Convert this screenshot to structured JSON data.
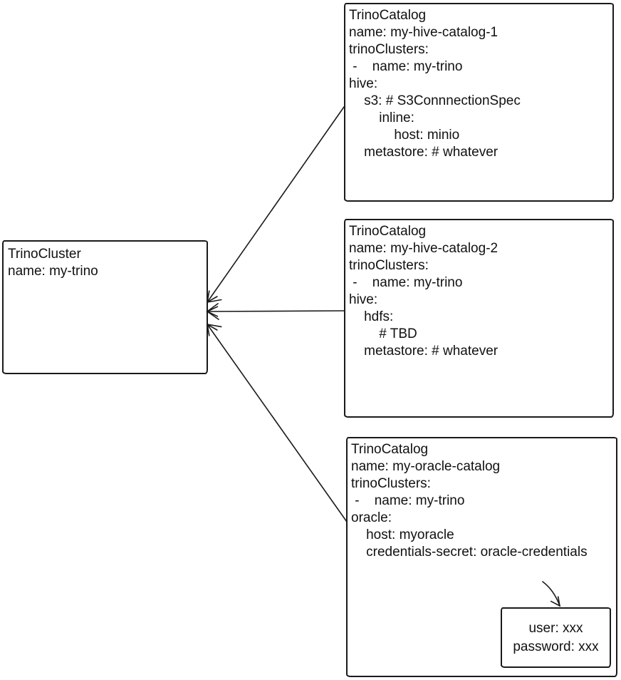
{
  "palette": {
    "background": "#ffffff",
    "stroke": "#1a1a1a",
    "text": "#111111"
  },
  "cluster_node": {
    "lines": [
      "TrinoCluster",
      "name: my-trino"
    ]
  },
  "catalog_nodes": [
    {
      "lines": [
        "TrinoCatalog",
        "name: my-hive-catalog-1",
        "trinoClusters:",
        " -    name: my-trino",
        "hive:",
        "    s3: # S3ConnnectionSpec",
        "        inline:",
        "            host: minio",
        "    metastore: # whatever"
      ]
    },
    {
      "lines": [
        "TrinoCatalog",
        "name: my-hive-catalog-2",
        "trinoClusters:",
        " -    name: my-trino",
        "hive:",
        "    hdfs:",
        "        # TBD",
        "    metastore: # whatever"
      ]
    },
    {
      "lines": [
        "TrinoCatalog",
        "name: my-oracle-catalog",
        "trinoClusters:",
        " -    name: my-trino",
        "oracle:",
        "    host: myoracle",
        "    credentials-secret: oracle-credentials"
      ]
    }
  ],
  "secret_node": {
    "lines": [
      "user: xxx",
      "password: xxx"
    ]
  }
}
